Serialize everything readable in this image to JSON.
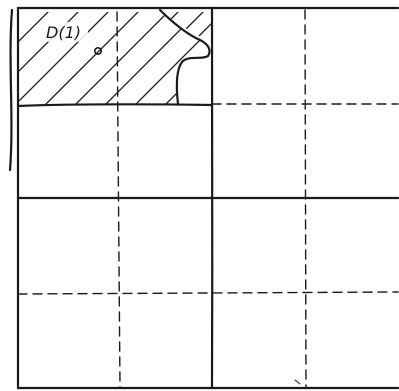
{
  "diagram": {
    "region_label": "D(1)",
    "grid": {
      "solid_columns": 2,
      "solid_rows": 2,
      "subdivided_by_dashed_lines": true
    },
    "shaded_region_pattern": "diagonal-hatching",
    "ink_color": "#1a1a1a",
    "background_color": "#ffffff"
  }
}
